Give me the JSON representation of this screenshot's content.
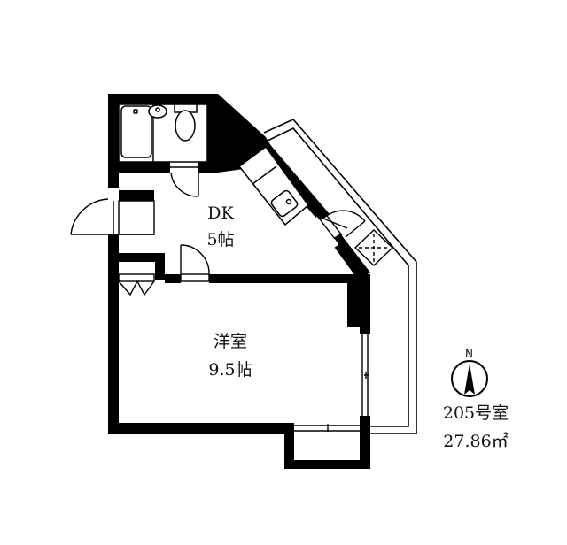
{
  "floor_plan": {
    "unit": {
      "number_label": "205号室",
      "area_label": "27.86㎡"
    },
    "rooms": [
      {
        "id": "dk",
        "name": "DK",
        "size": "5帖"
      },
      {
        "id": "western",
        "name": "洋室",
        "size": "9.5帖"
      }
    ],
    "compass": {
      "letter": "N"
    },
    "fixtures": [
      "bathtub",
      "washbasin",
      "toilet",
      "kitchen-sink",
      "washing-machine-pan",
      "closet",
      "balcony"
    ],
    "colors": {
      "wall": "#000000",
      "line": "#000000",
      "background": "#ffffff",
      "text": "#111111"
    }
  }
}
